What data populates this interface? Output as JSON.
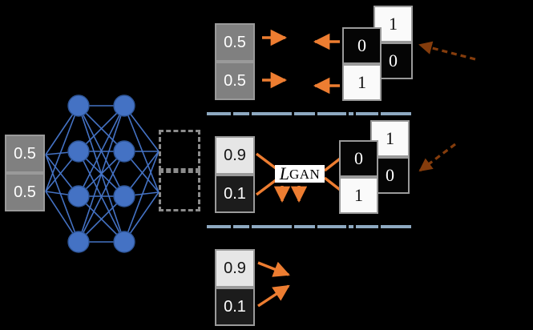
{
  "figure": {
    "background_color": "#000000",
    "accent_orange": "#ED7D31",
    "accent_brown": "#843C0C",
    "node_blue": "#4472C4",
    "separator_color": "#8EA9C1",
    "gray_fill": "#808080",
    "light_fill": "#E6E6E6",
    "dark_fill": "#1C1C1C"
  },
  "network": {
    "input_boxes": [
      {
        "value": "0.5",
        "style": "gray"
      },
      {
        "value": "0.5",
        "style": "gray"
      }
    ],
    "hidden_layers": [
      {
        "node_count": 4
      },
      {
        "node_count": 4
      }
    ],
    "output_placeholder": {
      "cells": 2,
      "style": "dashed"
    }
  },
  "rows": [
    {
      "id": "row-top",
      "predictions": [
        {
          "value": "0.5",
          "style": "gray"
        },
        {
          "value": "0.5",
          "style": "gray"
        }
      ],
      "arrows_out": 2,
      "arrows_in": 2,
      "labels_front": [
        {
          "value": "0",
          "style": "black"
        },
        {
          "value": "1",
          "style": "white"
        }
      ],
      "labels_back": [
        {
          "value": "1",
          "style": "white"
        },
        {
          "value": "0",
          "style": "black"
        }
      ],
      "hint_arrow": "dashed-brown-arrow"
    },
    {
      "id": "row-middle",
      "predictions": [
        {
          "value": "0.9",
          "style": "light"
        },
        {
          "value": "0.1",
          "style": "dark"
        }
      ],
      "loss": {
        "symbol": "L",
        "subscript": "GAN"
      },
      "loss_down_arrows": 2,
      "labels_front": [
        {
          "value": "0",
          "style": "black"
        },
        {
          "value": "1",
          "style": "white"
        }
      ],
      "labels_back": [
        {
          "value": "1",
          "style": "white"
        },
        {
          "value": "0",
          "style": "black"
        }
      ],
      "hint_arrow": "dashed-brown-arrow"
    },
    {
      "id": "row-bottom",
      "predictions": [
        {
          "value": "0.9",
          "style": "light"
        },
        {
          "value": "0.1",
          "style": "dark"
        }
      ],
      "arrows_out": 2
    }
  ],
  "separators": [
    {
      "id": "separator-top",
      "style": "dashed"
    },
    {
      "id": "separator-bottom",
      "style": "dashed"
    }
  ]
}
